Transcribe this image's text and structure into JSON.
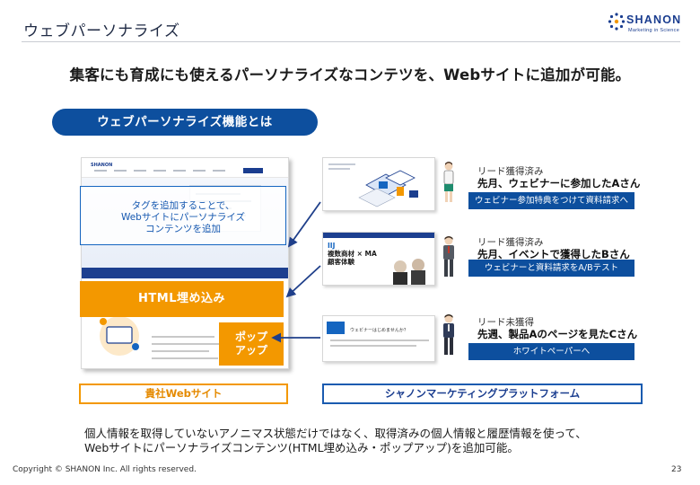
{
  "header": {
    "title": "ウェブパーソナライズ",
    "logo_word": "SHANON",
    "logo_tagline": "Marketing in Science"
  },
  "headline": "集客にも育成にも使えるパーソナライズなコンテツを、Webサイトに追加が可能。",
  "section_pill": "ウェブパーソナライズ機能とは",
  "website_mock": {
    "logo_text": "SHANON",
    "tag_overlay": [
      "タグを追加することで、",
      "Webサイトにパーソナライズ",
      "コンテンツを追加"
    ],
    "html_embed_label": "HTML埋め込み",
    "popup_label": [
      "ポップ",
      "アップ"
    ]
  },
  "thumbnails": {
    "thumb2_lines": [
      "IIJ",
      "複数商材 × MA",
      "顧客体験"
    ],
    "thumb2_accent": "IIJ",
    "thumb3_title": "ウェビナーはじめませんか？"
  },
  "personas": [
    {
      "status": "リード獲得済み",
      "description": "先月、ウェビナーに参加したAさん",
      "action": "ウェビナー参加特典をつけて資料請求へ"
    },
    {
      "status": "リード獲得済み",
      "description": "先月、イベントで獲得したBさん",
      "action": "ウェビナーと資料請求をA/Bテスト"
    },
    {
      "status": "リード未獲得",
      "description": "先週、製品Aのページを見たCさん",
      "action": "ホワイトペーパーへ"
    }
  ],
  "labels": {
    "left": "貴社Webサイト",
    "right": "シャノンマーケティングプラットフォーム"
  },
  "footer_text": [
    "個人情報を取得していないアノニマス状態だけではなく、取得済みの個人情報と履歴情報を使って、",
    "Webサイトにパーソナライズコンテンツ(HTML埋め込み・ポップアップ)を追加可能。"
  ],
  "copyright": "Copyright © SHANON Inc. All rights reserved.",
  "page_number": "23",
  "colors": {
    "primary_blue": "#0d4f9e",
    "accent_orange": "#f39800",
    "link_blue": "#1565c0"
  }
}
